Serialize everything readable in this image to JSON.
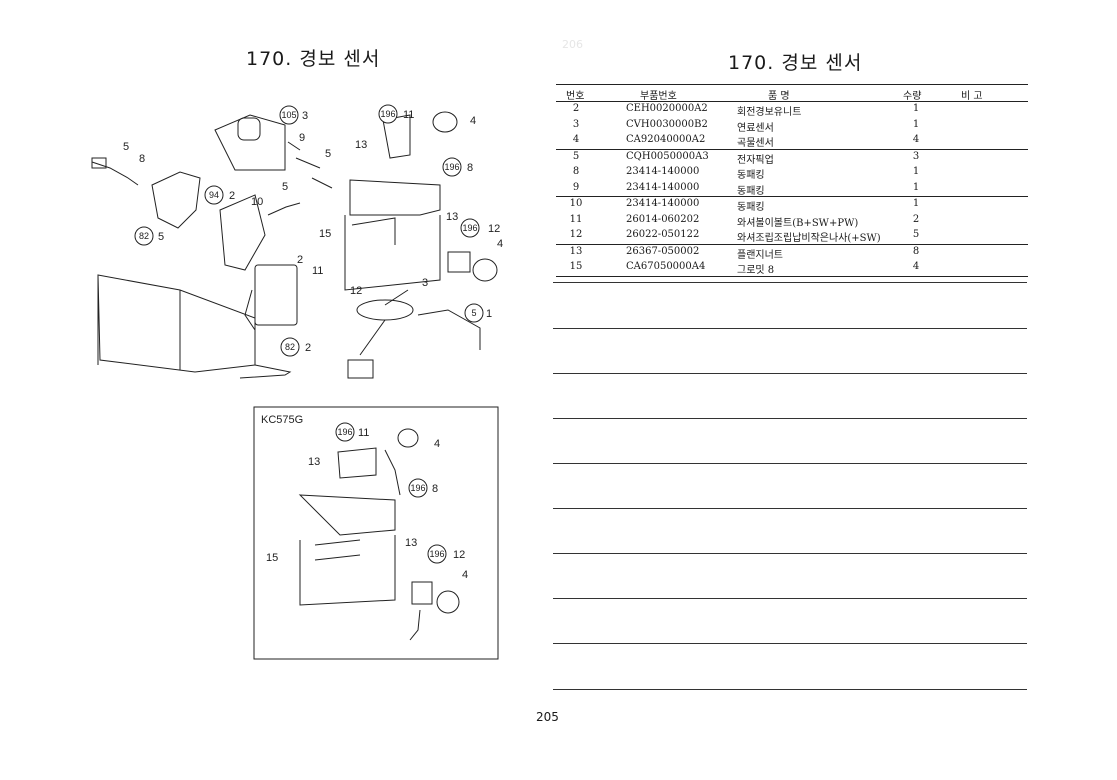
{
  "left_page": {
    "title": "170. 경보 센서",
    "kc_label": "KC575G",
    "callouts": {
      "c105_3": "3",
      "c105": "105",
      "c196_11": "11",
      "c196": "196",
      "c196_8": "8",
      "c196_12": "12",
      "c94_2": "2",
      "c94": "94",
      "c82_5": "5",
      "c82": "82",
      "c82_2": "2",
      "c5_1": "1",
      "c5": "5",
      "n5a": "5",
      "n8": "8",
      "n9": "9",
      "n5b": "5",
      "n5c": "5",
      "n10": "10",
      "n13a": "13",
      "n4a": "4",
      "n15": "15",
      "n13b": "13",
      "n4b": "4",
      "n2": "2",
      "n11": "11",
      "n3": "3",
      "n12": "12",
      "k13a": "13",
      "k4a": "4",
      "k15": "15",
      "k13b": "13",
      "k4b": "4"
    }
  },
  "right_page": {
    "title": "170. 경보 센서",
    "headers": {
      "no": "번호",
      "part": "부품번호",
      "name": "품 명",
      "qty": "수량",
      "remark": "비 고"
    },
    "rows": [
      {
        "no": "2",
        "part": "CEH0020000A2",
        "name": "회전경보유니트",
        "qty": "1"
      },
      {
        "no": "3",
        "part": "CVH0030000B2",
        "name": "연료센서",
        "qty": "1"
      },
      {
        "no": "4",
        "part": "CA92040000A2",
        "name": "곡물센서",
        "qty": "4"
      },
      {
        "no": "5",
        "part": "CQH0050000A3",
        "name": "전자픽업",
        "qty": "3"
      },
      {
        "no": "8",
        "part": "23414-140000",
        "name": "동패킹",
        "qty": "1"
      },
      {
        "no": "9",
        "part": "23414-140000",
        "name": "동패킹",
        "qty": "1"
      },
      {
        "no": "10",
        "part": "23414-140000",
        "name": "동패킹",
        "qty": "1"
      },
      {
        "no": "11",
        "part": "26014-060202",
        "name": "와셔볼이볼트(B+SW+PW)",
        "qty": "2"
      },
      {
        "no": "12",
        "part": "26022-050122",
        "name": "와셔조립조립납비작은나사(+SW)",
        "qty": "5"
      },
      {
        "no": "13",
        "part": "26367-050002",
        "name": "플랜지너트",
        "qty": "8"
      },
      {
        "no": "15",
        "part": "CA67050000A4",
        "name": "그로밋 8",
        "qty": "4"
      }
    ]
  },
  "page_number": "205",
  "colors": {
    "ink": "#1a1a1a",
    "paper": "#ffffff",
    "faint": "#e6e6e6"
  }
}
